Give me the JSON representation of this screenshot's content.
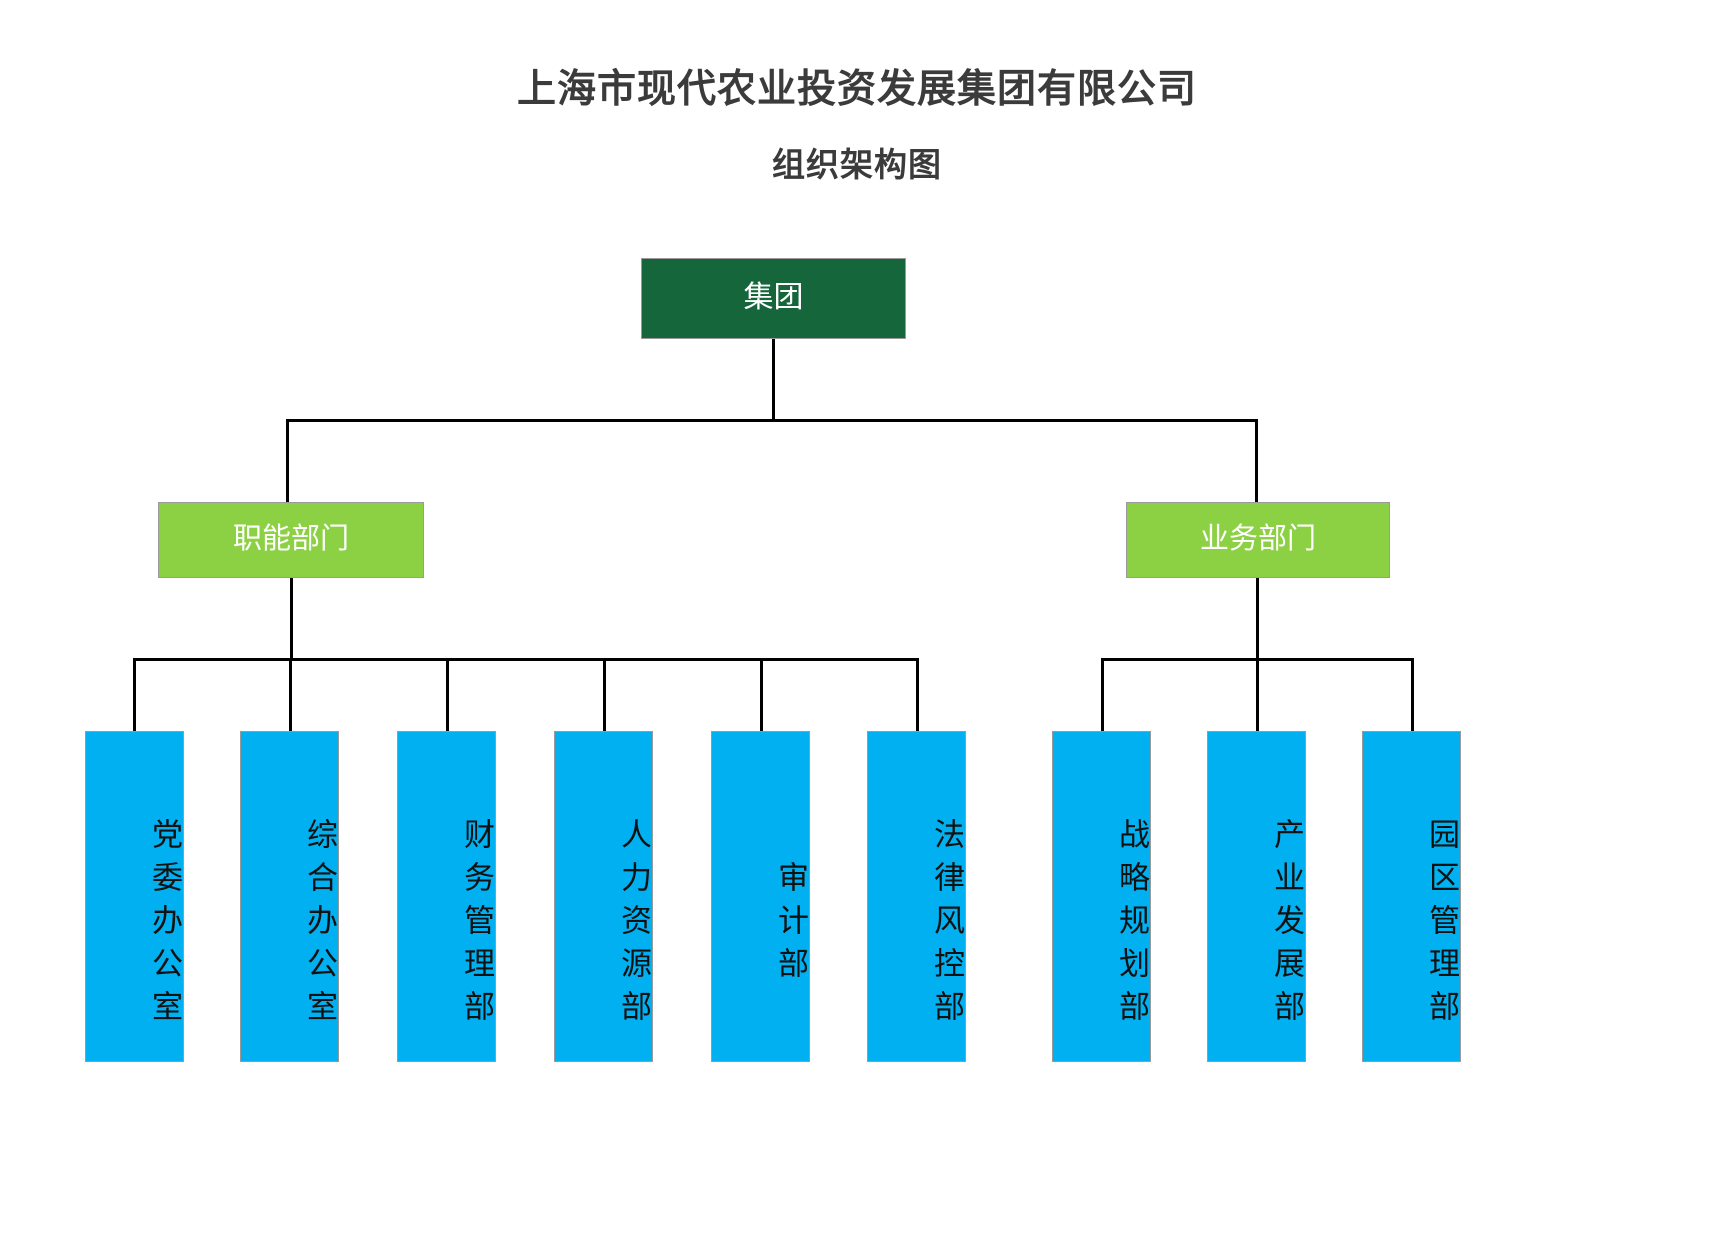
{
  "title": {
    "line1": "上海市现代农业投资发展集团有限公司",
    "line2": "组织架构图"
  },
  "colors": {
    "root": "#15663a",
    "group": "#8cd144",
    "leaf": "#00b0f0",
    "line": "#000000",
    "title_text": "#3b3b3b",
    "box_border": "#9a9a9a"
  },
  "chart_data": {
    "type": "tree",
    "title": "上海市现代农业投资发展集团有限公司组织架构图",
    "root": {
      "label": "集团",
      "level": 0,
      "color": "#15663a",
      "children": [
        {
          "label": "职能部门",
          "level": 1,
          "color": "#8cd144",
          "children": [
            {
              "label": "党委办公室",
              "level": 2,
              "color": "#00b0f0"
            },
            {
              "label": "综合办公室",
              "level": 2,
              "color": "#00b0f0"
            },
            {
              "label": "财务管理部",
              "level": 2,
              "color": "#00b0f0"
            },
            {
              "label": "人力资源部",
              "level": 2,
              "color": "#00b0f0"
            },
            {
              "label": "审计部",
              "level": 2,
              "color": "#00b0f0"
            },
            {
              "label": "法律风控部",
              "level": 2,
              "color": "#00b0f0"
            }
          ]
        },
        {
          "label": "业务部门",
          "level": 1,
          "color": "#8cd144",
          "children": [
            {
              "label": "战略规划部",
              "level": 2,
              "color": "#00b0f0"
            },
            {
              "label": "产业发展部",
              "level": 2,
              "color": "#00b0f0"
            },
            {
              "label": "园区管理部",
              "level": 2,
              "color": "#00b0f0"
            }
          ]
        }
      ]
    }
  },
  "nodes": {
    "root": "集团",
    "group_functional": "职能部门",
    "group_business": "业务部门",
    "leaf_party_office": "党委办公室",
    "leaf_general_office": "综合办公室",
    "leaf_finance": "财务管理部",
    "leaf_hr": "人力资源部",
    "leaf_audit": "审计部",
    "leaf_legal": "法律风控部",
    "leaf_strategy": "战略规划部",
    "leaf_industry": "产业发展部",
    "leaf_park": "园区管理部"
  }
}
